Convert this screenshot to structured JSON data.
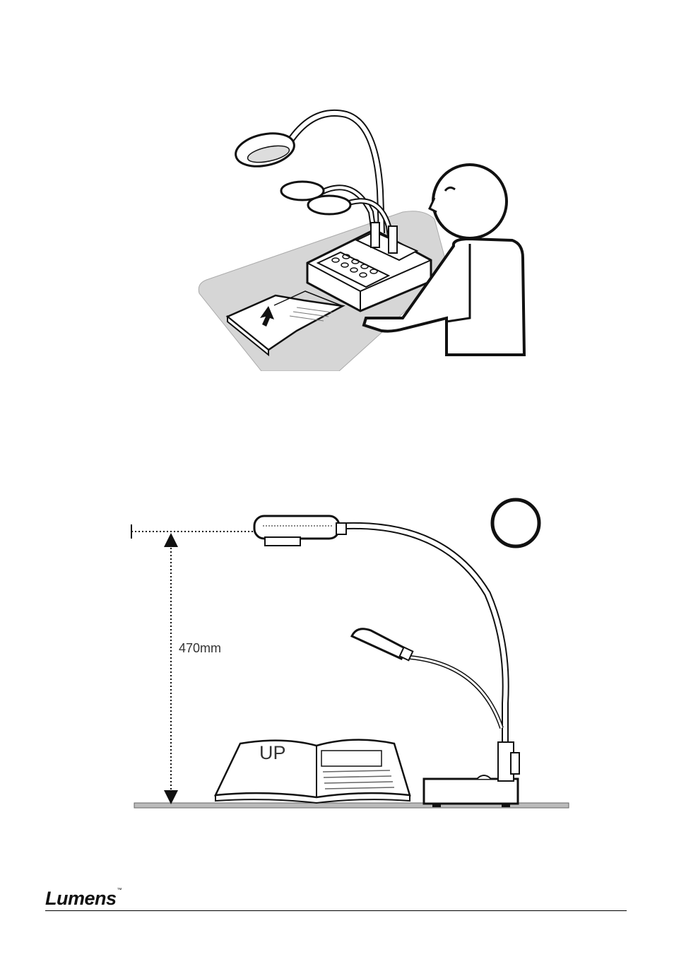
{
  "figure_bottom": {
    "book_label": "UP",
    "height_label": "470mm"
  },
  "footer": {
    "brand": "Lumens",
    "trademark": "™"
  }
}
